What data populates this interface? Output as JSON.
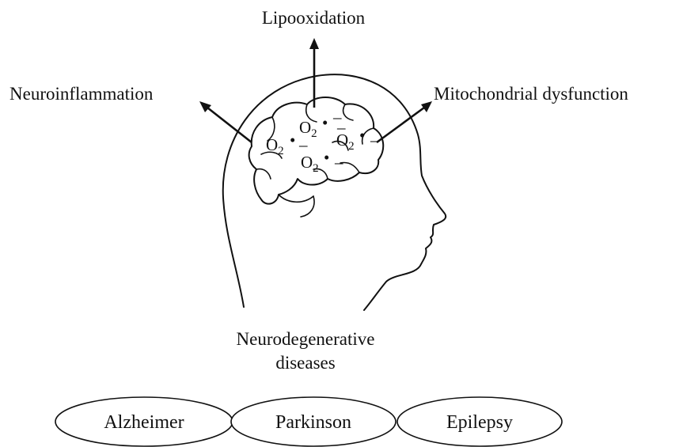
{
  "labels": {
    "top": "Lipooxidation",
    "left": "Neuroinflammation",
    "right": "Mitochondrial dysfunction",
    "bottom_line1": "Neurodegenerative",
    "bottom_line2": "diseases"
  },
  "radical": {
    "symbol": "O",
    "subscript": "2",
    "dot": "•",
    "charge": "–"
  },
  "diseases": [
    "Alzheimer",
    "Parkinson",
    "Epilepsy"
  ]
}
